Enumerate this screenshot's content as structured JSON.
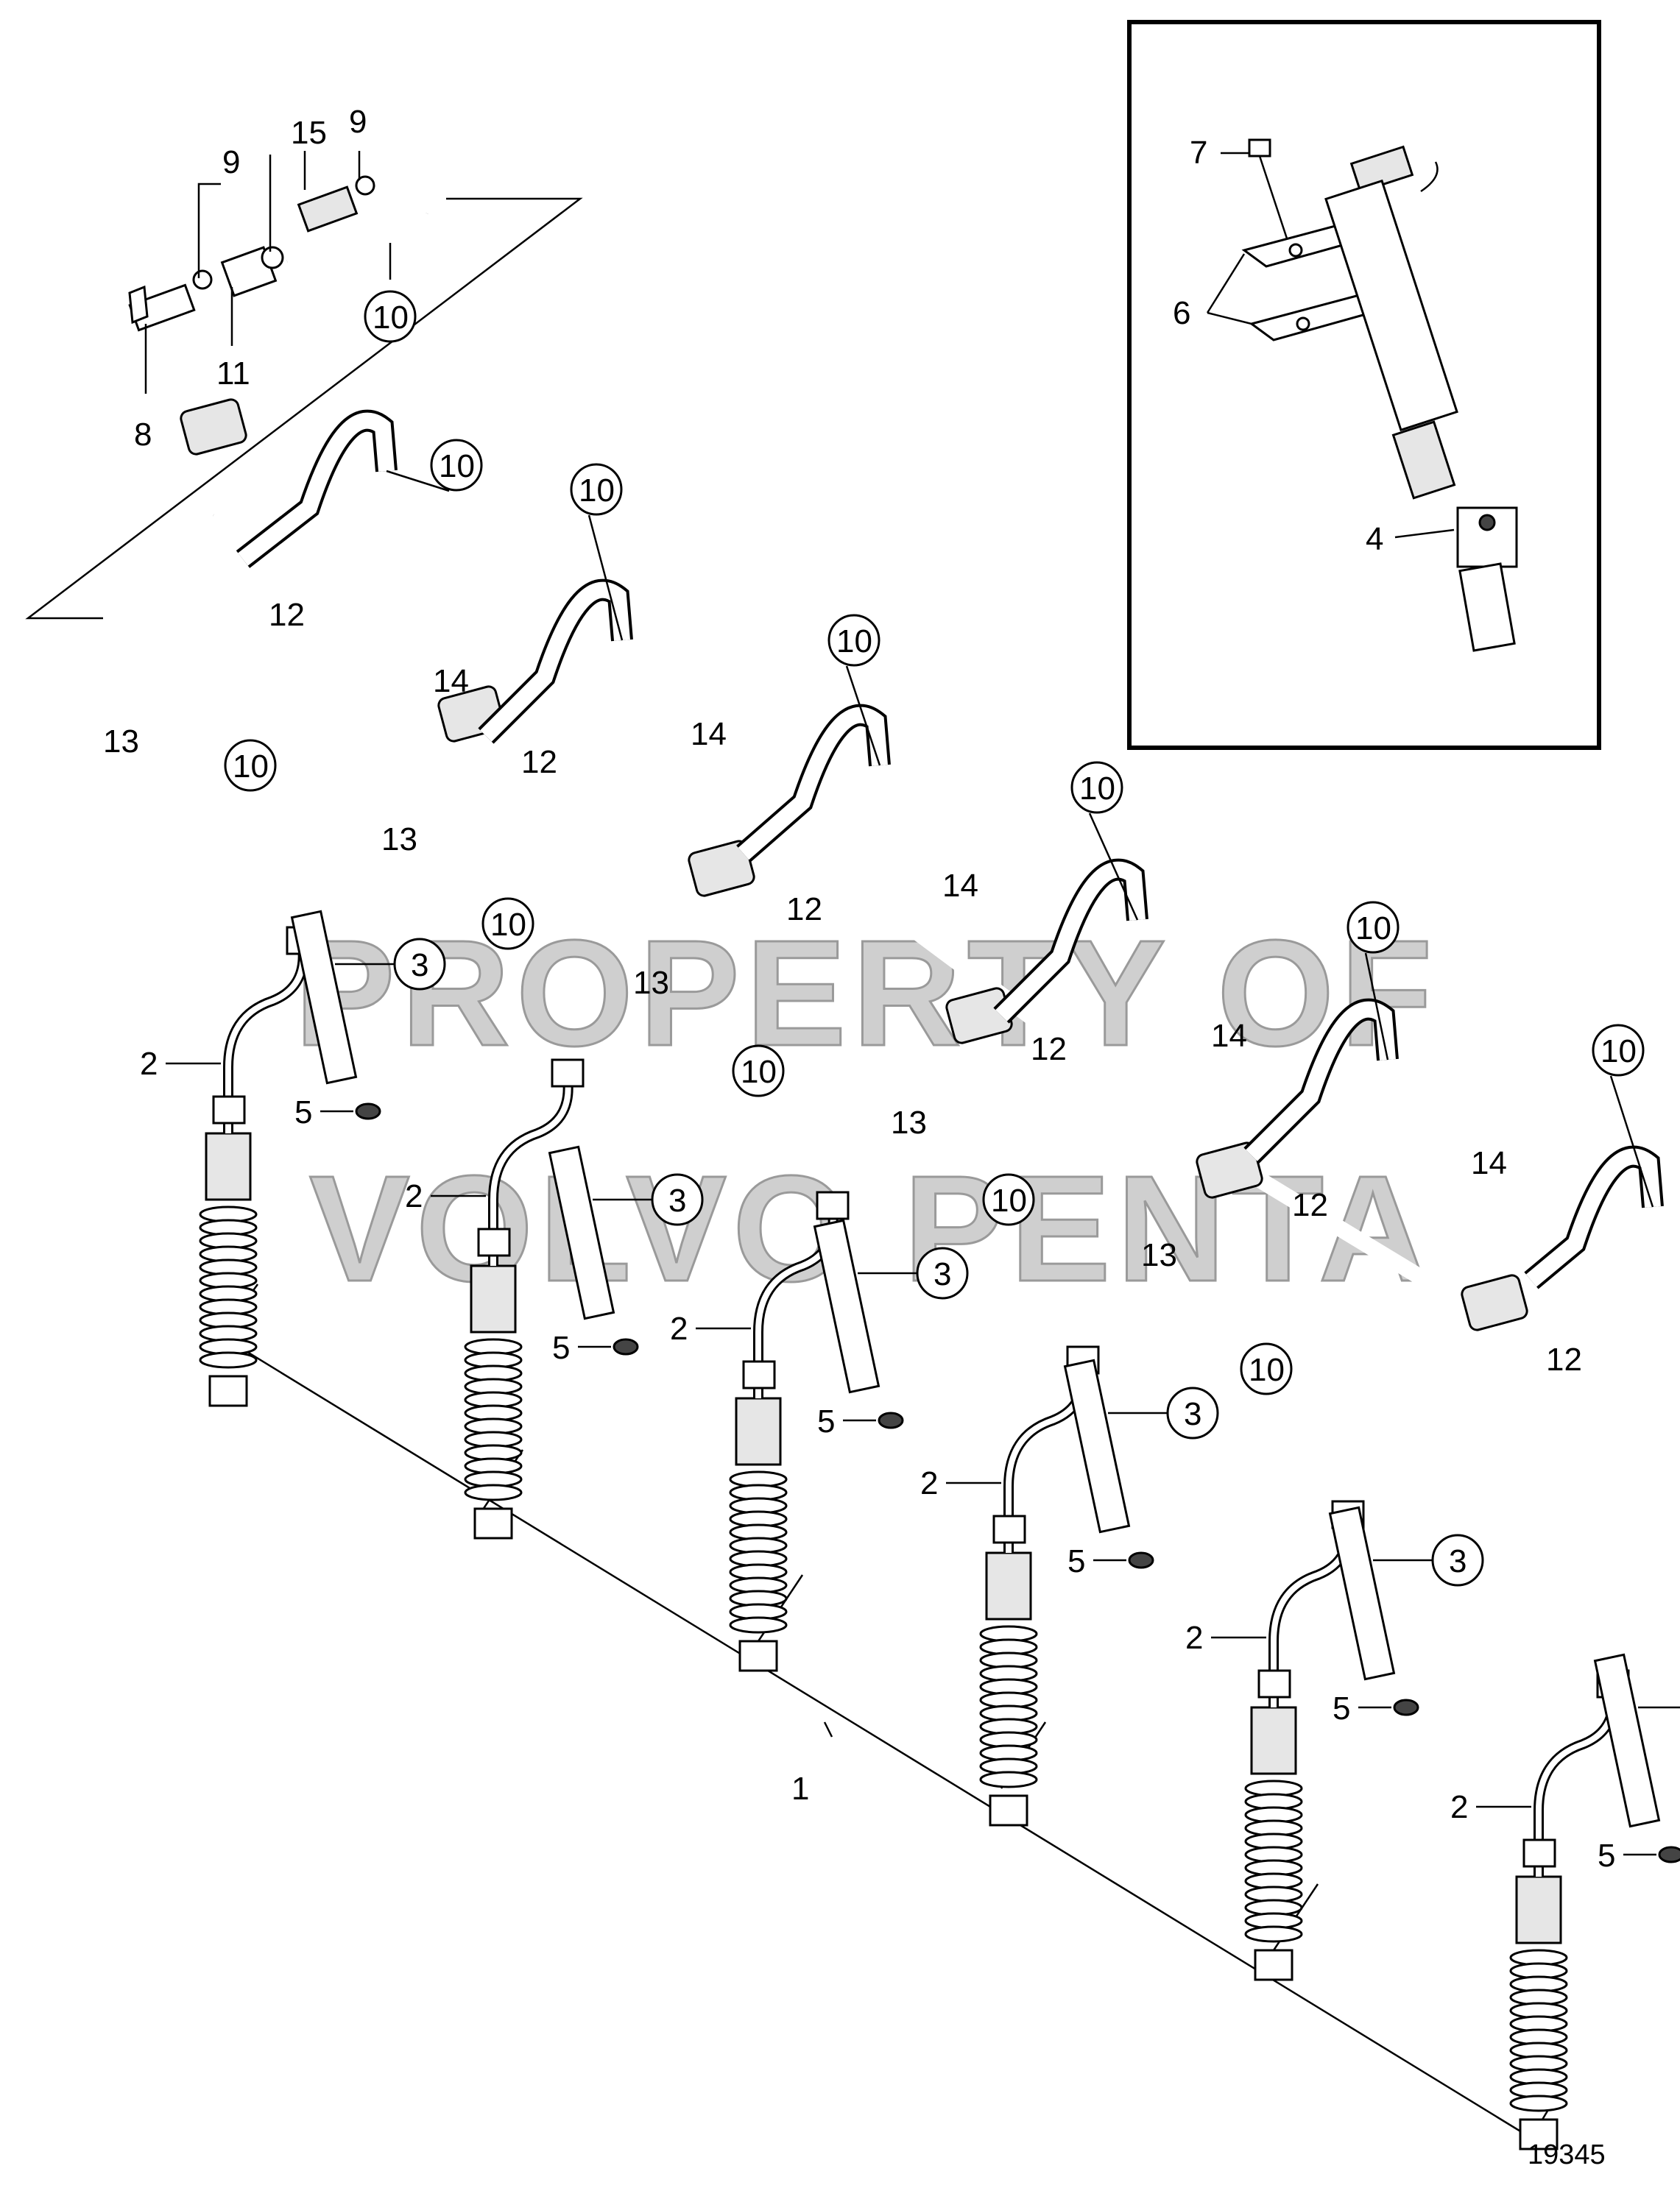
{
  "watermark": {
    "line1": "PROPERTY OF",
    "line2": "VOLVO PENTA"
  },
  "figure_number": "19345",
  "callouts": {
    "c1": "1",
    "c2": "2",
    "c3": "3",
    "c4": "4",
    "c5": "5",
    "c6": "6",
    "c7": "7",
    "c8": "8",
    "c9": "9",
    "c10": "10",
    "c11": "11",
    "c12": "12",
    "c13": "13",
    "c14": "14",
    "c15": "15"
  }
}
